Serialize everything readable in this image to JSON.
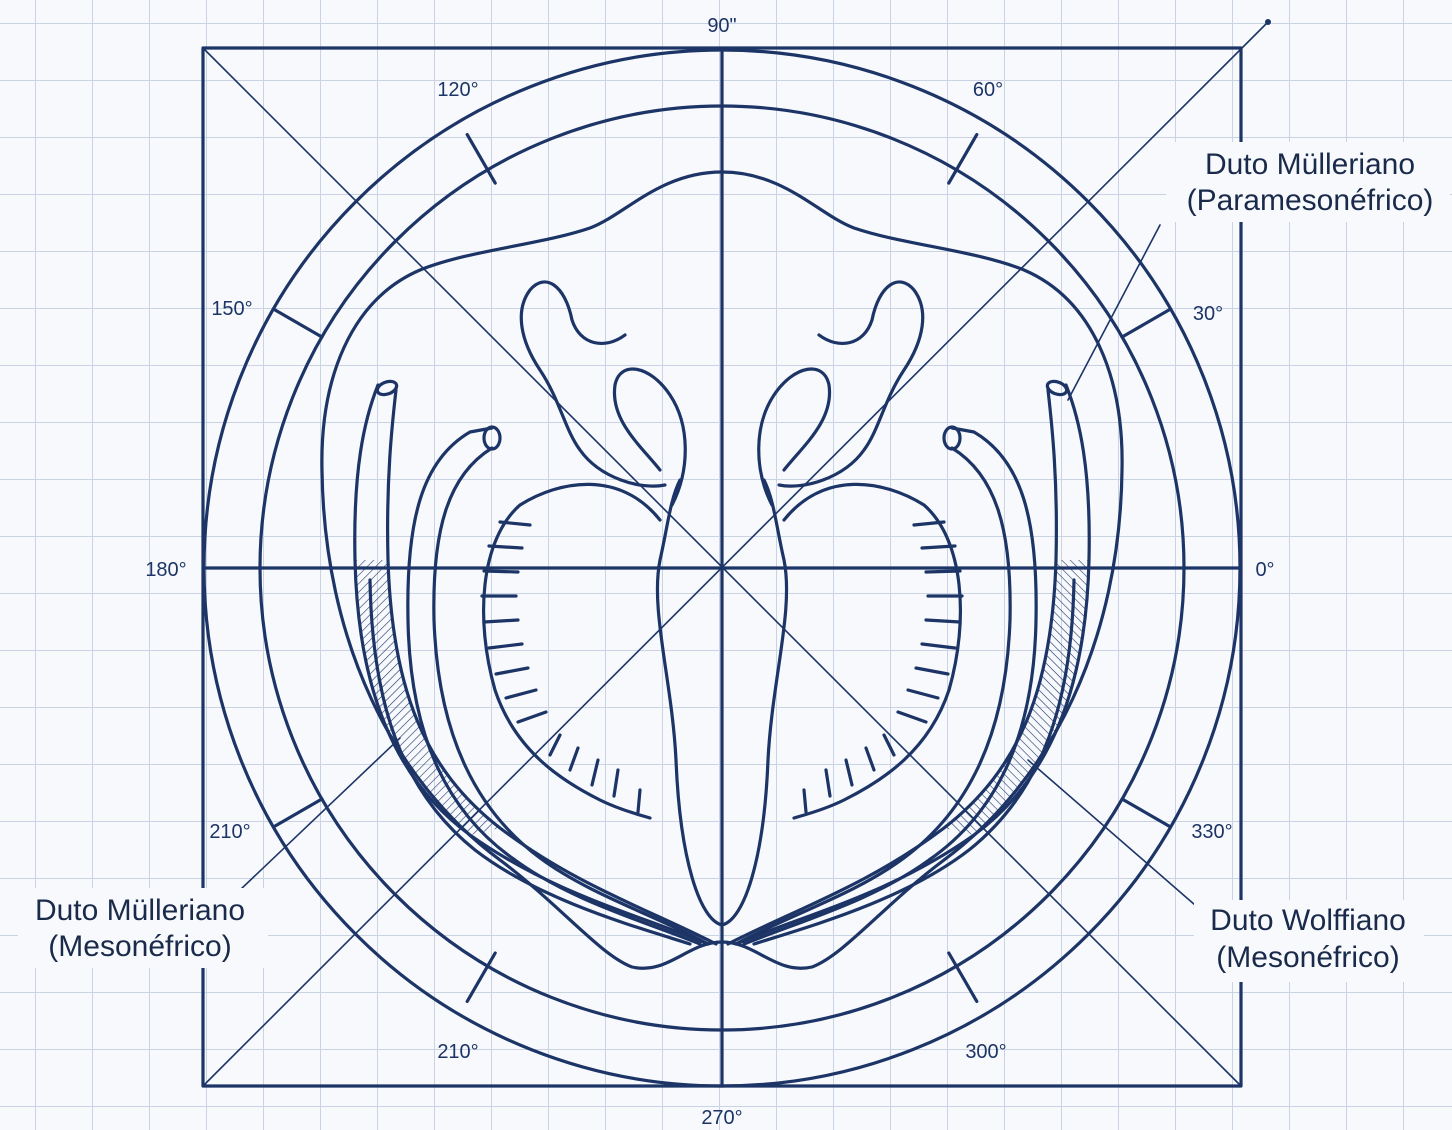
{
  "angles": {
    "a0": "0°",
    "a30": "30°",
    "a60": "60°",
    "a90": "90\"",
    "a120": "120°",
    "a150": "150°",
    "a180": "180°",
    "a210_left": "210°",
    "a210_bottom": "210°",
    "a270": "270°",
    "a300": "300°",
    "a330": "330°"
  },
  "labels": {
    "top_right": {
      "line1": "Duto Mülleriano",
      "line2": "(Paramesonéfrico)"
    },
    "left": {
      "line1": "Duto Mülleriano",
      "line2": "(Mesonéfrico)"
    },
    "right": {
      "line1": "Duto Wolffiano",
      "line2": "(Mesonéfrico)"
    }
  },
  "colors": {
    "ink": "#1c3466",
    "grid": "#c9d3e3",
    "paper": "#f7f9fc"
  }
}
